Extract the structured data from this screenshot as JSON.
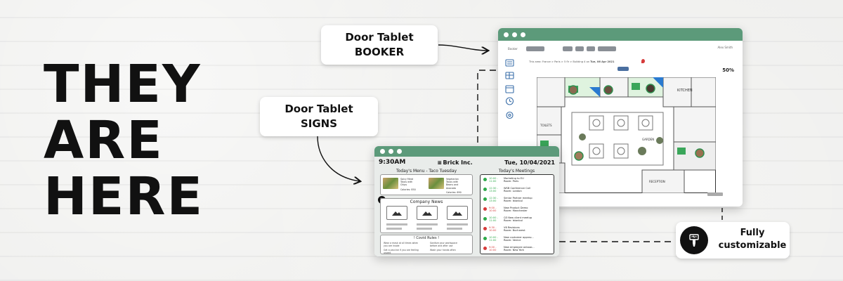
{
  "headline": {
    "lines": [
      "THEY",
      "ARE",
      "HERE"
    ]
  },
  "callouts": {
    "booker": [
      "Door Tablet",
      "BOOKER"
    ],
    "signs": [
      "Door Tablet",
      "SIGNS"
    ],
    "custom": [
      "Fully",
      "customizable"
    ]
  },
  "signs": {
    "time": "9:30AM",
    "brand": "Brick Inc.",
    "date": "Tue, 10/04/2021",
    "menu_title": "Today's Menu - Taco Tuesday",
    "menu_items": [
      {
        "name": "Spicy Meat Tacos with Chips",
        "calories": "Calories: 850"
      },
      {
        "name": "Vegetarian Tacos with Beans and Avocado",
        "calories": "Calories: 690"
      }
    ],
    "news_title": "Company News",
    "rules_title": "! Covid Rules !",
    "rules": [
      "Wear a mask at all times when you are inside",
      "Sanitize your workspace before and after use",
      "Get a vaccine if you are feeling unwell",
      "Wash your hands often"
    ],
    "meetings_title": "Today's Meetings",
    "meetings": [
      {
        "time": "10:00 - 11:00",
        "title": "Marketing to EU",
        "room": "Room: Paris",
        "status": "green"
      },
      {
        "time": "12:30 - 13:00",
        "title": "WSB Conference Call",
        "room": "Room: London",
        "status": "green"
      },
      {
        "time": "12:30 - 13:00",
        "title": "Senior Partner meetup",
        "room": "Room: Istanbul",
        "status": "green"
      },
      {
        "time": "9:00 - 10:00",
        "title": "New Product Demo",
        "room": "Room: Manchester",
        "status": "red"
      },
      {
        "time": "10:00 - 11:00",
        "title": "Q3 New client meetup",
        "room": "Room: Istanbul",
        "status": "green"
      },
      {
        "time": "9:30 - 10:00",
        "title": "V6 Revisions",
        "room": "Room: Bucharest",
        "status": "red"
      },
      {
        "time": "10:00 - 11:00",
        "title": "New customer approv...",
        "room": "Room: Venice",
        "status": "green"
      },
      {
        "time": "9:00 - 10:00",
        "title": "New employee onboar...",
        "room": "Room: New York",
        "status": "red"
      }
    ]
  },
  "booker": {
    "occupancy": "50%",
    "top_label": "Booker",
    "breadcrumb": "This area: France > Paris > 5 flr > Building 4 on",
    "date_label": "Tue, 06 Apr 2021",
    "user": "Alex Smith"
  },
  "colors": {
    "window_green": "#5c9a7a",
    "meeting_green": "#2eaa4a",
    "meeting_red": "#d63a3a"
  }
}
